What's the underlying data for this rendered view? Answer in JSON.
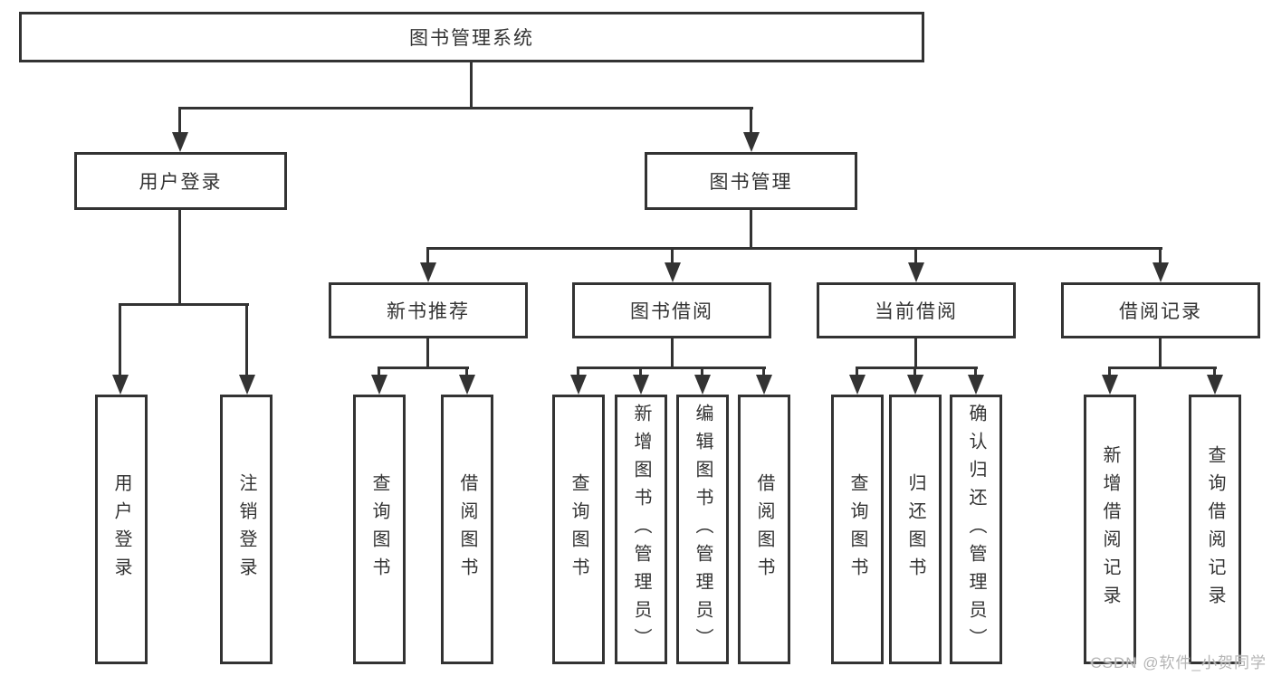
{
  "diagram": {
    "root_label": "图书管理系统",
    "user_login": {
      "label": "用户登录",
      "children": [
        "用户登录",
        "注销登录"
      ]
    },
    "book_management": {
      "label": "图书管理",
      "new_book_recommend": {
        "label": "新书推荐",
        "children": [
          "查询图书",
          "借阅图书"
        ]
      },
      "book_borrowing": {
        "label": "图书借阅",
        "children": [
          "查询图书",
          "新增图书（管理员）",
          "编辑图书（管理员）",
          "借阅图书"
        ]
      },
      "current_borrowing": {
        "label": "当前借阅",
        "children": [
          "查询图书",
          "归还图书",
          "确认归还（管理员）"
        ]
      },
      "borrowing_records": {
        "label": "借阅记录",
        "children": [
          "新增借阅记录",
          "查询借阅记录"
        ]
      }
    }
  },
  "watermark": "CSDN @软件_小贺同学",
  "colors": {
    "line": "#333333",
    "text": "#333333",
    "watermark": "#b5b5b5",
    "background": "#ffffff"
  }
}
